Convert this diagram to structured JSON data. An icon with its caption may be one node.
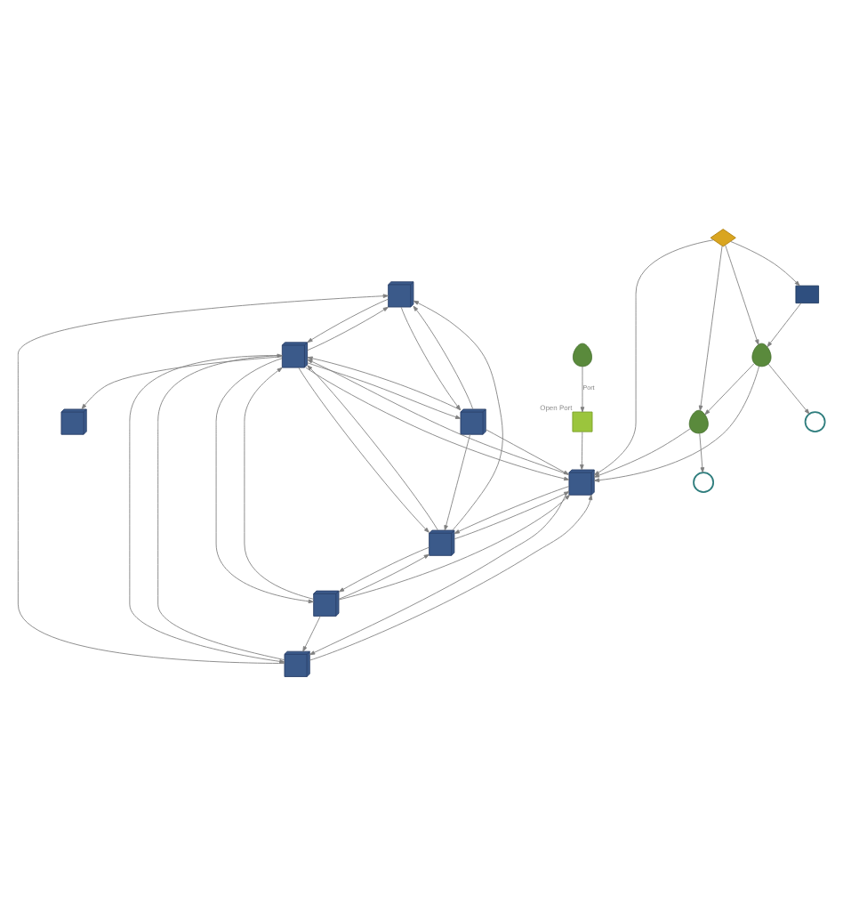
{
  "diagram": {
    "nodes": [
      {
        "text": [],
        "shape": "server"
      },
      {
        "text": [],
        "shape": "server"
      },
      {
        "text": [],
        "shape": "server"
      },
      {
        "text": [],
        "shape": "server"
      },
      {
        "text": [],
        "shape": "server"
      },
      {
        "text": [],
        "shape": "server"
      },
      {
        "text": [],
        "shape": "server"
      },
      {
        "text": [],
        "shape": "server"
      },
      {
        "text": [],
        "shape": "socket",
        "beside": [
          "Open Port"
        ]
      },
      {
        "text": [],
        "shape": "at-sign"
      },
      {
        "text": [],
        "shape": "person"
      },
      {
        "text": [],
        "shape": "person"
      },
      {
        "text": [],
        "shape": "person"
      },
      {
        "text": [],
        "shape": "at-sign"
      },
      {
        "text": [],
        "shape": "mortarboard"
      },
      {
        "text": [],
        "shape": "workstation"
      }
    ],
    "edges": [
      {
        "from": 4,
        "to": 0,
        "arrow": "to"
      },
      {
        "from": 1,
        "to": 0,
        "arrow": "to"
      },
      {
        "from": 0,
        "to": 2,
        "arrow": "to"
      },
      {
        "from": 2,
        "to": 0,
        "arrow": "to"
      },
      {
        "from": 0,
        "to": 5,
        "arrow": "to"
      },
      {
        "from": 5,
        "to": 0,
        "arrow": "to"
      },
      {
        "from": 1,
        "to": 2,
        "arrow": "to"
      },
      {
        "from": 2,
        "to": 1,
        "arrow": "to"
      },
      {
        "from": 1,
        "to": 7,
        "arrow": "to"
      },
      {
        "from": 7,
        "to": 1,
        "arrow": "to"
      },
      {
        "from": 6,
        "to": 1,
        "arrow": "to"
      },
      {
        "from": 4,
        "to": 2,
        "arrow": "to"
      },
      {
        "from": 2,
        "to": 4,
        "arrow": "to"
      },
      {
        "from": 2,
        "to": 6,
        "arrow": "to"
      },
      {
        "from": 6,
        "to": 2,
        "arrow": "to"
      },
      {
        "from": 2,
        "to": 7,
        "arrow": "to"
      },
      {
        "from": 7,
        "to": 2,
        "arrow": "to"
      },
      {
        "from": 2,
        "to": 5,
        "arrow": "to"
      },
      {
        "from": 5,
        "to": 2,
        "arrow": "to"
      },
      {
        "from": 5,
        "to": 4,
        "arrow": "to"
      },
      {
        "from": 4,
        "to": 7,
        "arrow": "to"
      },
      {
        "from": 7,
        "to": 4,
        "arrow": "to"
      },
      {
        "from": 4,
        "to": 6,
        "arrow": "to"
      },
      {
        "from": 6,
        "to": 4,
        "arrow": "to"
      },
      {
        "from": 6,
        "to": 7,
        "arrow": "to"
      },
      {
        "from": 5,
        "to": 7,
        "arrow": "to"
      },
      {
        "from": 2,
        "to": 3,
        "arrow": "to"
      },
      {
        "from": 8,
        "to": 7,
        "arrow": "to"
      },
      {
        "from": 10,
        "to": 8,
        "arrow": "to",
        "label": "Port"
      },
      {
        "from": 14,
        "to": 7,
        "arrow": "to"
      },
      {
        "from": 11,
        "to": 7,
        "arrow": "to"
      },
      {
        "from": 12,
        "to": 7,
        "arrow": "to"
      },
      {
        "from": 11,
        "to": 9,
        "arrow": "to"
      },
      {
        "from": 12,
        "to": 11,
        "arrow": "to"
      },
      {
        "from": 12,
        "to": 13,
        "arrow": "to"
      },
      {
        "from": 14,
        "to": 11,
        "arrow": "to"
      },
      {
        "from": 14,
        "to": 12,
        "arrow": "to"
      },
      {
        "from": 14,
        "to": 15,
        "arrow": "to"
      },
      {
        "from": 15,
        "to": 12,
        "arrow": "to"
      }
    ]
  }
}
